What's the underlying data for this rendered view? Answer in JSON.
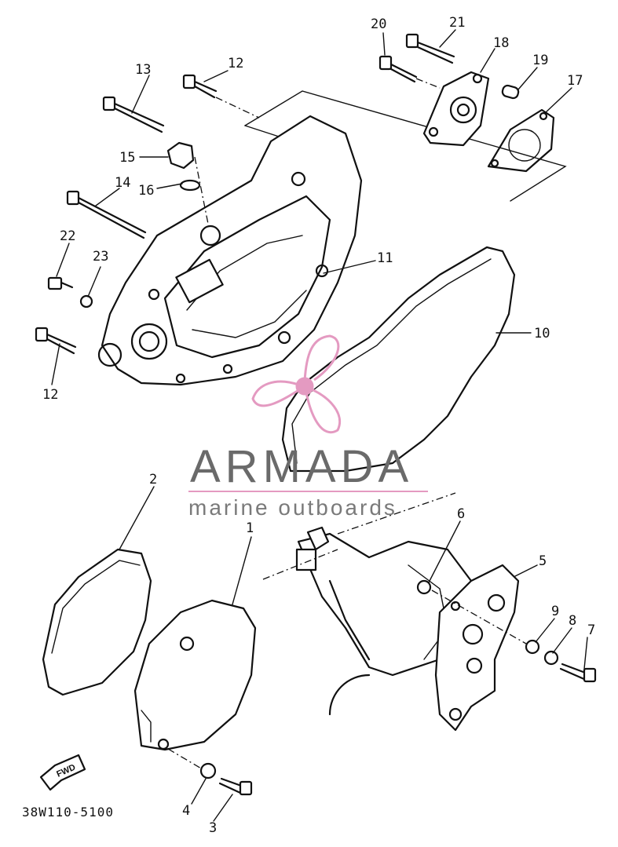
{
  "diagram": {
    "part_number": "38W110-5100",
    "fwd_label": "FWD",
    "callouts": [
      "1",
      "2",
      "3",
      "4",
      "5",
      "6",
      "7",
      "8",
      "9",
      "10",
      "11",
      "12",
      "12",
      "13",
      "14",
      "15",
      "16",
      "17",
      "18",
      "19",
      "20",
      "21",
      "22",
      "23"
    ]
  },
  "watermark": {
    "title": "ARMADA",
    "subtitle": "marine outboards",
    "logo": "propeller-logo",
    "colors": {
      "logo": "#e49ac1",
      "text": "#6a6a6a",
      "rule": "#e49ac1"
    }
  },
  "colors": {
    "line": "#111111",
    "background": "#ffffff"
  }
}
